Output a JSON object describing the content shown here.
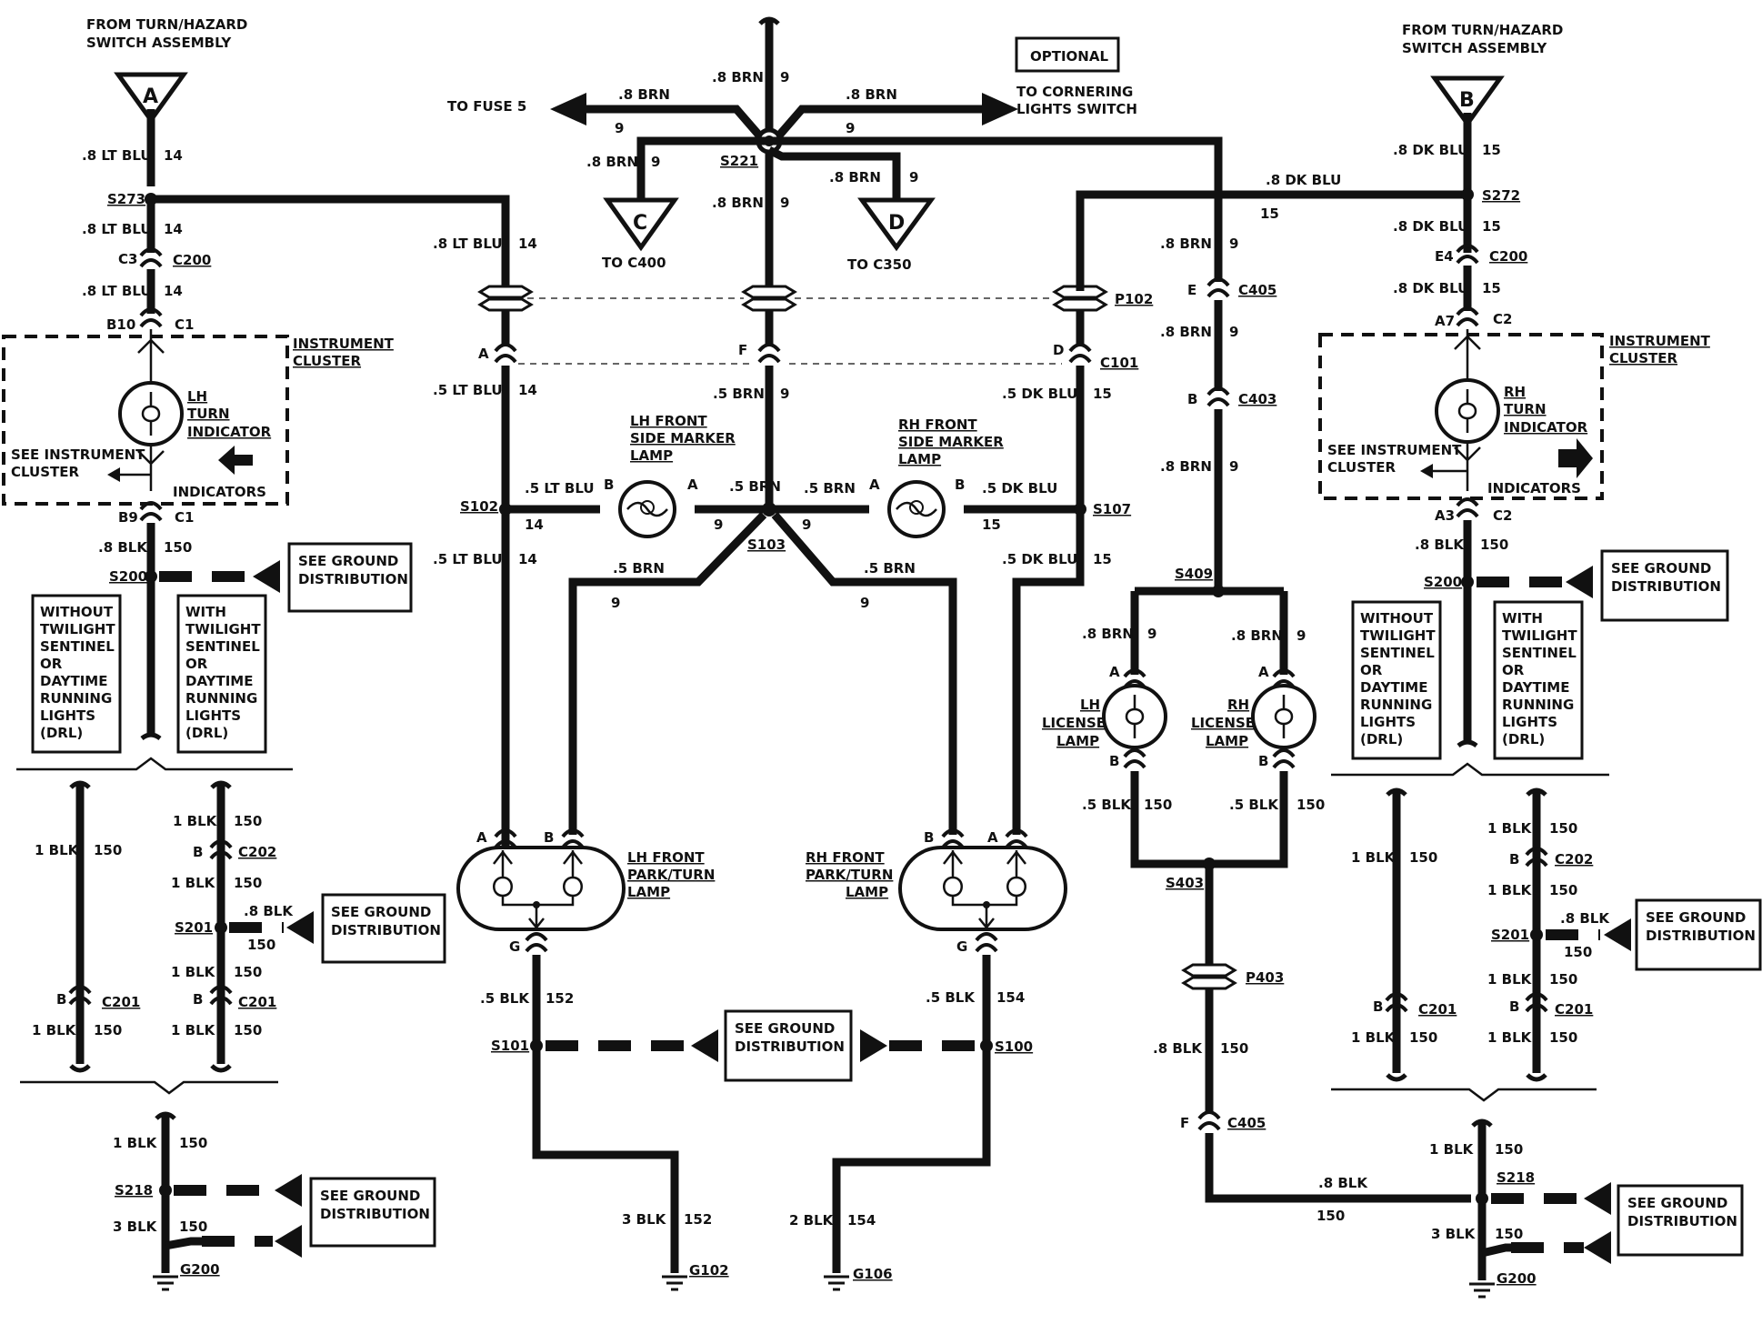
{
  "sources": {
    "left_title": [
      "FROM TURN/HAZARD",
      "SWITCH ASSEMBLY"
    ],
    "left_letter": "A",
    "right_title": [
      "FROM TURN/HAZARD",
      "SWITCH ASSEMBLY"
    ],
    "right_letter": "B",
    "optional": "OPTIONAL"
  },
  "top": {
    "to_fuse": "TO FUSE 5",
    "to_cornering": [
      "TO CORNERING",
      "LIGHTS SWITCH"
    ],
    "conn_c_letter": "C",
    "conn_c_label": "TO C400",
    "conn_d_letter": "D",
    "conn_d_label": "TO C350"
  },
  "wire_labels": {
    "w08ltblu": ".8 LT BLU",
    "w05ltblu": ".5 LT BLU",
    "w08dkblu": ".8 DK BLU",
    "w05dkblu": ".5 DK BLU",
    "w08brn": ".8 BRN",
    "w05brn": ".5 BRN",
    "w1blk": "1 BLK",
    "w08blk": ".8 BLK",
    "w05blk": ".5 BLK",
    "w3blk": "3 BLK",
    "w2blk": "2 BLK",
    "c14": "14",
    "c15": "15",
    "c9": "9",
    "c150": "150",
    "c152": "152",
    "c154": "154"
  },
  "splices": {
    "s273": "S273",
    "s272": "S272",
    "s221": "S221",
    "s102": "S102",
    "s103": "S103",
    "s107": "S107",
    "s409": "S409",
    "s403": "S403",
    "s200": "S200",
    "s201": "S201",
    "s218": "S218",
    "s101": "S101",
    "s100": "S100"
  },
  "connectors": {
    "c200": "C200",
    "c1": "C1",
    "c2": "C2",
    "c101": "C101",
    "c405": "C405",
    "c403": "C403",
    "c202": "C202",
    "c201": "C201",
    "p102": "P102",
    "p403": "P403",
    "pin_c3": "C3",
    "pin_b10": "B10",
    "pin_b9": "B9",
    "pin_e4": "E4",
    "pin_a7": "A7",
    "pin_a3": "A3",
    "pin_a": "A",
    "pin_b": "B",
    "pin_d": "D",
    "pin_e": "E",
    "pin_f": "F",
    "pin_g": "G"
  },
  "grounds": {
    "g200": "G200",
    "g102": "G102",
    "g106": "G106"
  },
  "components": {
    "instrument_cluster": [
      "INSTRUMENT",
      "CLUSTER"
    ],
    "lh_turn": [
      "LH",
      "TURN",
      "INDICATOR"
    ],
    "rh_turn": [
      "RH",
      "TURN",
      "INDICATOR"
    ],
    "see_cluster": [
      "SEE INSTRUMENT",
      "CLUSTER"
    ],
    "indicators": "INDICATORS",
    "lh_side_marker": [
      "LH FRONT",
      "SIDE MARKER",
      "LAMP"
    ],
    "rh_side_marker": [
      "RH FRONT",
      "SIDE MARKER",
      "LAMP"
    ],
    "lh_park": [
      "LH FRONT",
      "PARK/TURN",
      "LAMP"
    ],
    "rh_park": [
      "RH FRONT",
      "PARK/TURN",
      "LAMP"
    ],
    "lh_license": [
      "LH",
      "LICENSE",
      "LAMP"
    ],
    "rh_license": [
      "RH",
      "LICENSE",
      "LAMP"
    ],
    "see_ground": [
      "SEE GROUND",
      "DISTRIBUTION"
    ],
    "without_drl": [
      "WITHOUT",
      "TWILIGHT",
      "SENTINEL",
      "OR",
      "DAYTIME",
      "RUNNING",
      "LIGHTS",
      "(DRL)"
    ],
    "with_drl": [
      "WITH",
      "TWILIGHT",
      "SENTINEL",
      "OR",
      "DAYTIME",
      "RUNNING",
      "LIGHTS",
      "(DRL)"
    ]
  }
}
